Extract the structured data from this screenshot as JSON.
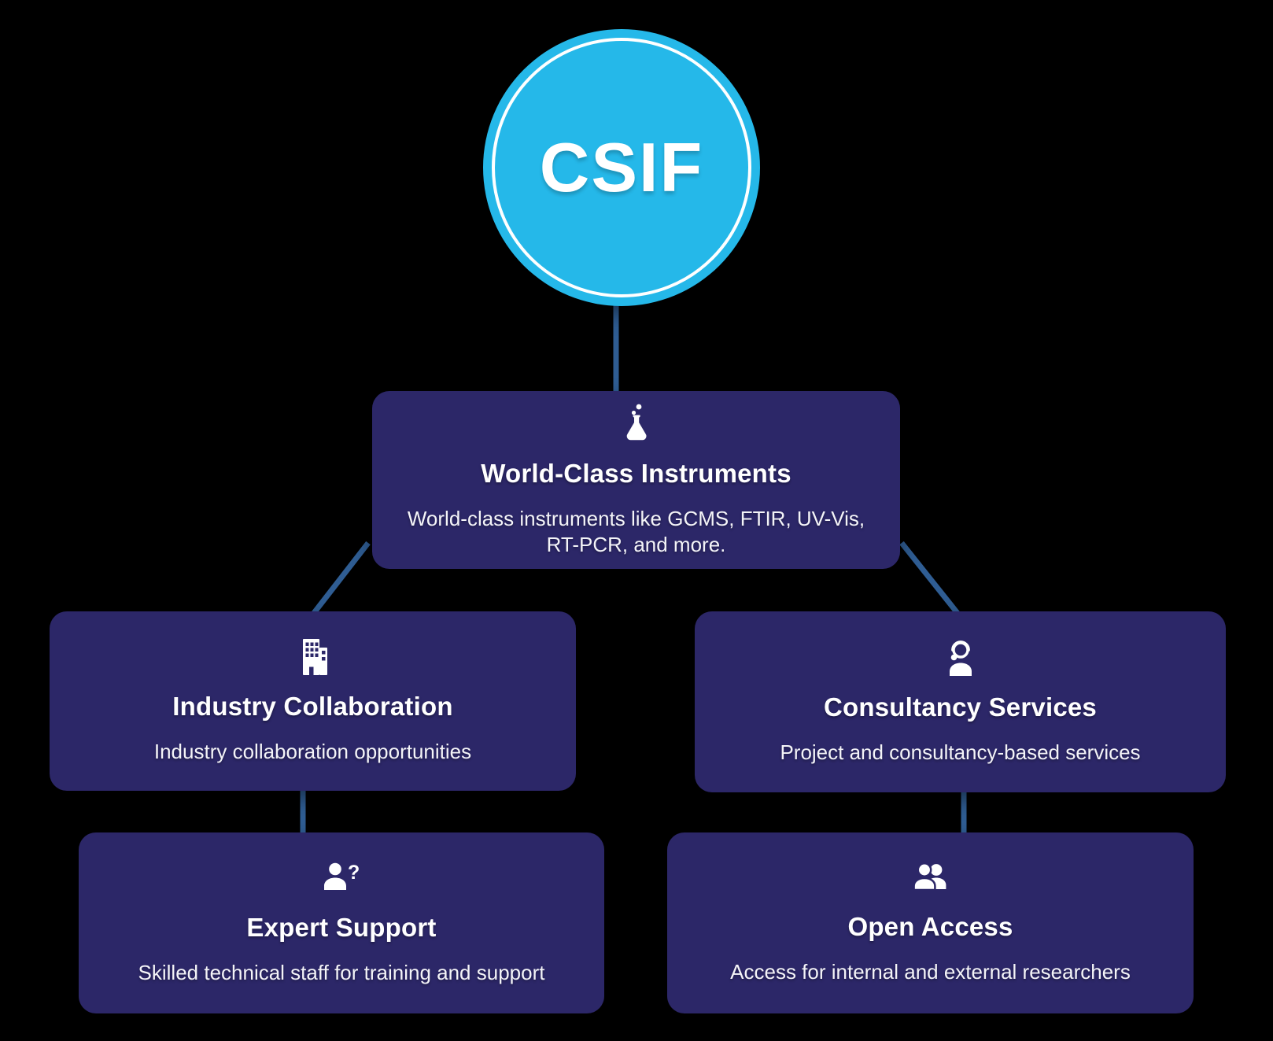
{
  "diagram": {
    "root": {
      "label": "CSIF"
    },
    "nodes": [
      {
        "icon": "flask-icon",
        "title": "World-Class Instruments",
        "description": "World-class instruments like GCMS, FTIR, UV-Vis, RT-PCR, and more."
      },
      {
        "icon": "building-icon",
        "title": "Industry Collaboration",
        "description": "Industry collaboration opportunities"
      },
      {
        "icon": "headset-person-icon",
        "title": "Consultancy Services",
        "description": "Project and consultancy-based services"
      },
      {
        "icon": "person-question-icon",
        "title": "Expert Support",
        "description": "Skilled technical staff for training and support"
      },
      {
        "icon": "people-icon",
        "title": "Open Access",
        "description": "Access for internal and external researchers"
      }
    ],
    "colors": {
      "background": "#000000",
      "root_circle": "#25b8e9",
      "node_box": "#2c2768",
      "connector": "#2f5d93",
      "text": "#ffffff"
    }
  }
}
